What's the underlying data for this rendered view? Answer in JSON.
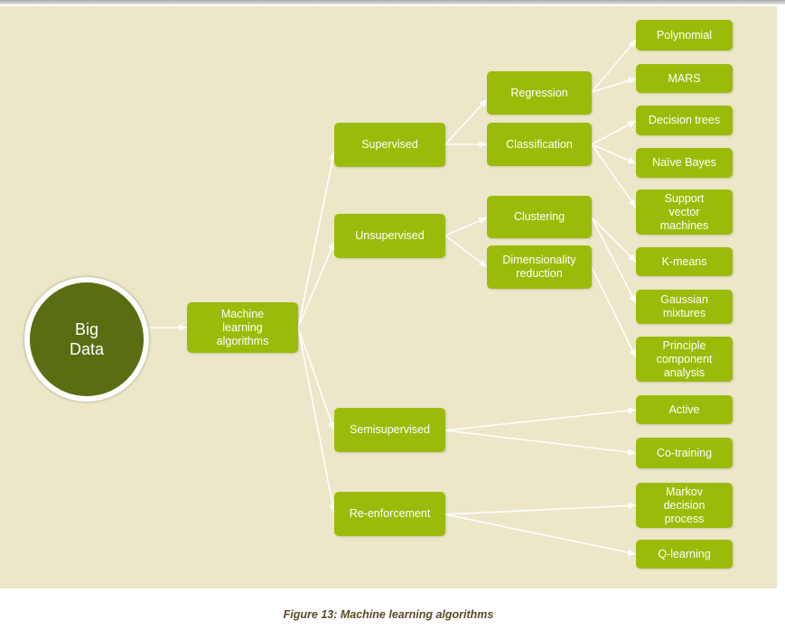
{
  "diagram": {
    "root": "Big\nData",
    "hub": "Machine\nlearning\nalgorithms",
    "categories": {
      "supervised": "Supervised",
      "unsupervised": "Unsupervised",
      "semisupervised": "Semisupervised",
      "reinforcement": "Re-enforcement"
    },
    "subcategories": {
      "regression": "Regression",
      "classification": "Classification",
      "clustering": "Clustering",
      "dimensionality": "Dimensionality\nreduction"
    },
    "leaves": {
      "polynomial": "Polynomial",
      "mars": "MARS",
      "decision_trees": "Decision trees",
      "naive_bayes": "Naïve Bayes",
      "svm": "Support\nvector\nmachines",
      "kmeans": "K-means",
      "gaussian": "Gaussian\nmixtures",
      "pca": "Principle\ncomponent\nanalysis",
      "active": "Active",
      "cotraining": "Co-training",
      "markov": "Markov\ndecision\nprocess",
      "qlearning": "Q-learning"
    },
    "colors": {
      "background": "#ece7c8",
      "node": "#9bbb0a",
      "root": "#5a6d12",
      "connector": "#ffffff"
    }
  },
  "caption": "Figure 13: Machine learning algorithms"
}
